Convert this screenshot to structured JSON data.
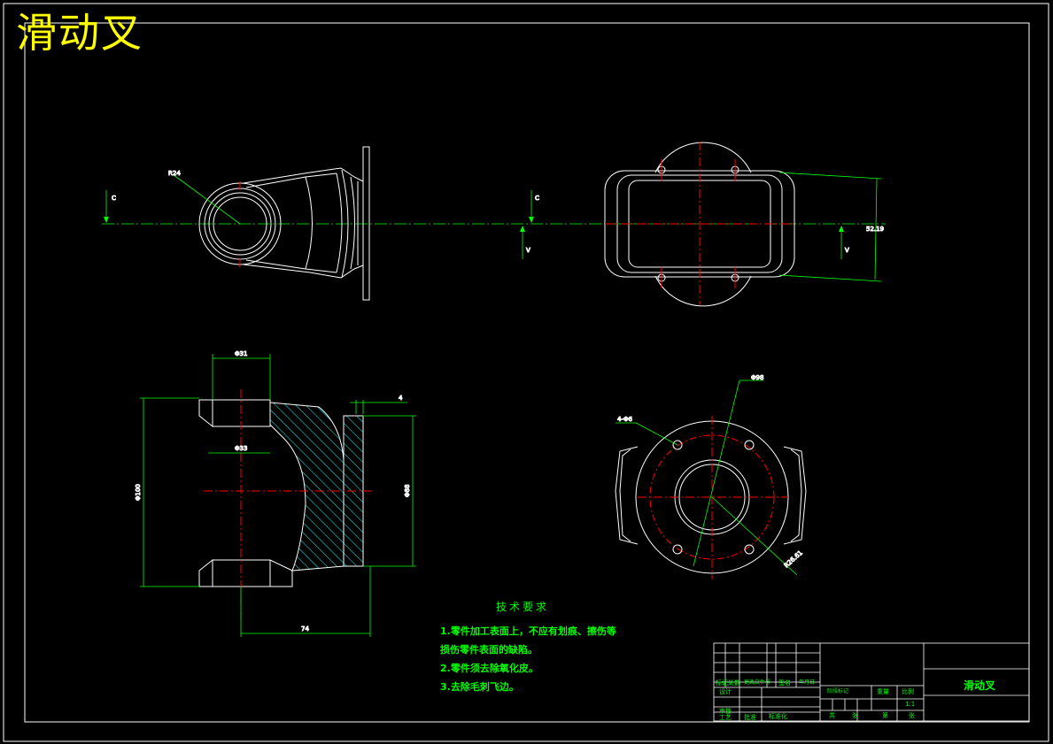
{
  "drawing": {
    "title": "滑动叉",
    "part_name": "滑动叉",
    "colors": {
      "background": "#000000",
      "outline": "#ffffff",
      "dimension": "#00ff00",
      "centerline": "#ff0000",
      "hatch": "#00ffff",
      "title_text": "#ffff00"
    }
  },
  "dimensions": {
    "r24": "R24",
    "phi31": "Φ31",
    "phi33": "Φ33",
    "phi100": "Φ100",
    "phi88": "Φ88",
    "d4": "4",
    "d74": "74",
    "phi98": "Φ98",
    "holes": "4-Φ6",
    "r": "R26.61",
    "h": "52.19"
  },
  "section_marks": {
    "c1": "C",
    "c2": "C",
    "v1": "V",
    "v2": "V"
  },
  "technical_requirements": {
    "heading": "技术要求",
    "lines": [
      "1.零件加工表面上，不应有划痕、擦伤等",
      "损伤零件表面的缺陷。",
      "2.零件须去除氧化皮。",
      "3.去除毛刺飞边。"
    ]
  },
  "title_block": {
    "row_labels": [
      "标记",
      "处数",
      "更改文件号",
      "签名",
      "年月日"
    ],
    "designer_label": "设计",
    "standard_label": "标准化",
    "stage_labels": [
      "阶段标记",
      "重量",
      "比例"
    ],
    "scale": "1:1",
    "audit_label": "审核",
    "process_label": "工艺",
    "approve_label": "批准",
    "sheet_labels": [
      "共",
      "张",
      "第",
      "张"
    ]
  }
}
